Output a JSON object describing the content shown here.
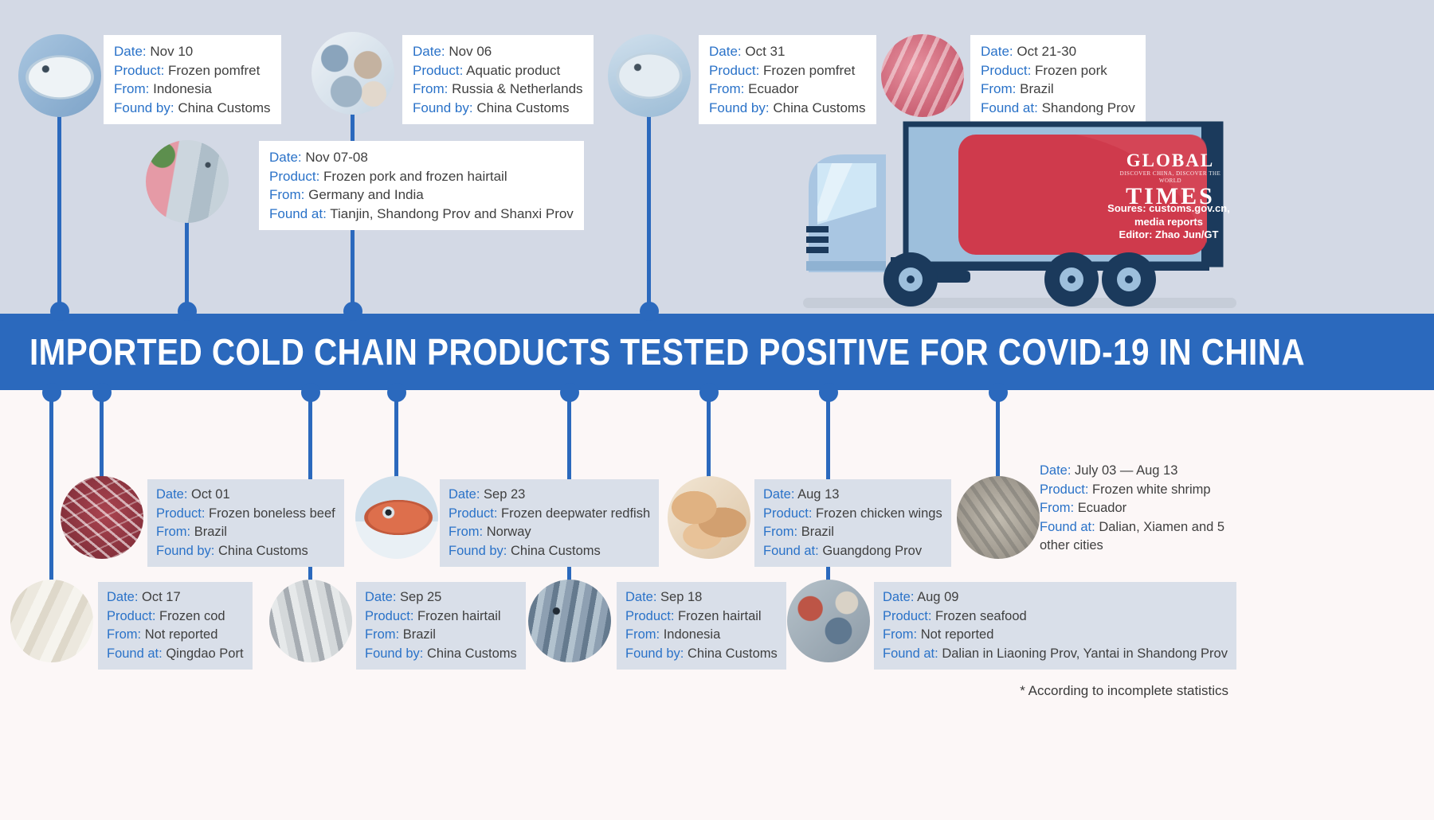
{
  "banner": {
    "title": "IMPORTED COLD CHAIN PRODUCTS TESTED POSITIVE FOR COVID-19 IN CHINA"
  },
  "footnote": "* According to incomplete statistics",
  "labels": {
    "date": "Date:",
    "product": "Product:",
    "from": "From:"
  },
  "truck": {
    "logo_top": "GLOBAL",
    "logo_tagline": "DISCOVER CHINA, DISCOVER THE WORLD",
    "logo_bottom": "TIMES",
    "source_line1": "Soures: customs.gov.cn,",
    "source_line2": "media reports",
    "source_line3": "Editor: Zhao Jun/GT"
  },
  "colors": {
    "banner_blue": "#2b69bd",
    "label_blue": "#2a72c8",
    "top_background": "#d3d9e5",
    "bottom_background": "#fcf7f7",
    "card_gray": "#d9dfe9",
    "trailer_red": "#cf3a4c"
  },
  "entries": [
    {
      "photo": "frozen-pomfret",
      "date": "Nov 10",
      "product": "Frozen pomfret",
      "from": "Indonesia",
      "found_label": "Found by:",
      "found_value": "China Customs"
    },
    {
      "photo": "aquatic-products",
      "date": "Nov 06",
      "product": "Aquatic product",
      "from": "Russia & Netherlands",
      "found_label": "Found by:",
      "found_value": "China Customs"
    },
    {
      "photo": "frozen-pomfret",
      "date": "Oct 31",
      "product": "Frozen pomfret",
      "from": "Ecuador",
      "found_label": "Found by:",
      "found_value": "China Customs"
    },
    {
      "photo": "frozen-pork",
      "date": "Oct 21-30",
      "product": "Frozen pork",
      "from": "Brazil",
      "found_label": "Found at:",
      "found_value": "Shandong Prov"
    },
    {
      "photo": "pork-and-hairtail",
      "date": "Nov 07-08",
      "product": "Frozen pork and frozen hairtail",
      "from": "Germany and India",
      "found_label": "Found at:",
      "found_value": "Tianjin, Shandong Prov and Shanxi Prov"
    },
    {
      "photo": "boneless-beef",
      "date": "Oct 01",
      "product": "Frozen boneless beef",
      "from": "Brazil",
      "found_label": "Found by:",
      "found_value": "China Customs"
    },
    {
      "photo": "deepwater-redfish",
      "date": "Sep 23",
      "product": "Frozen deepwater redfish",
      "from": "Norway",
      "found_label": "Found by:",
      "found_value": "China Customs"
    },
    {
      "photo": "chicken-wings",
      "date": "Aug 13",
      "product": "Frozen chicken wings",
      "from": "Brazil",
      "found_label": "Found at:",
      "found_value": "Guangdong Prov"
    },
    {
      "photo": "white-shrimp",
      "date": "July 03 — Aug 13",
      "product": "Frozen white shrimp",
      "from": "Ecuador",
      "found_label": "Found at:",
      "found_value": "Dalian, Xiamen and 5 other cities"
    },
    {
      "photo": "frozen-cod",
      "date": "Oct 17",
      "product": "Frozen cod",
      "from": "Not reported",
      "found_label": "Found at:",
      "found_value": "Qingdao Port"
    },
    {
      "photo": "frozen-hairtail",
      "date": "Sep 25",
      "product": "Frozen hairtail",
      "from": "Brazil",
      "found_label": "Found by:",
      "found_value": "China Customs"
    },
    {
      "photo": "frozen-hairtail",
      "date": "Sep 18",
      "product": "Frozen hairtail",
      "from": "Indonesia",
      "found_label": "Found by:",
      "found_value": "China Customs"
    },
    {
      "photo": "frozen-seafood",
      "date": "Aug 09",
      "product": "Frozen seafood",
      "from": "Not reported",
      "found_label": "Found at:",
      "found_value": "Dalian in Liaoning Prov, Yantai in Shandong Prov"
    }
  ]
}
